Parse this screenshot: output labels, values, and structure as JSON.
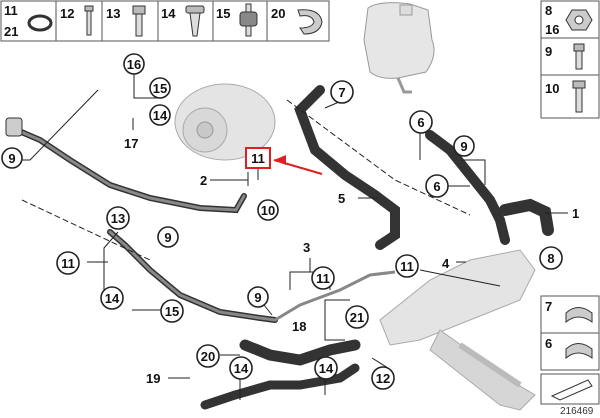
{
  "legend_top": {
    "c1": {
      "top": "11",
      "bottom": "21"
    },
    "c2": "12",
    "c3": "13",
    "c4": "14",
    "c5": "15",
    "c6": "20"
  },
  "legend_right_top": {
    "r1": {
      "top": "8",
      "bottom": "16"
    },
    "r2": "9",
    "r3": "10"
  },
  "legend_right_bottom": {
    "r1": "7",
    "r2": "6"
  },
  "callouts": {
    "c16": "16",
    "c15a": "15",
    "c14a": "14",
    "c17": "17",
    "c9a": "9",
    "c11hl": "11",
    "c2": "2",
    "c10": "10",
    "c7": "7",
    "c6a": "6",
    "c9b": "9",
    "c6b": "6",
    "c1": "1",
    "c8": "8",
    "c5": "5",
    "c13": "13",
    "c9c": "9",
    "c11a": "11",
    "c3": "3",
    "c11b": "11",
    "c11c": "11",
    "c4": "4",
    "c14b": "14",
    "c15b": "15",
    "c9d": "9",
    "c18": "18",
    "c21": "21",
    "c20": "20",
    "c14c": "14",
    "c14d": "14",
    "c12": "12",
    "c19": "19"
  },
  "diagram_id": "216469",
  "colors": {
    "highlight": "#e02020",
    "line": "#222222",
    "part": "#cfcfcf"
  }
}
